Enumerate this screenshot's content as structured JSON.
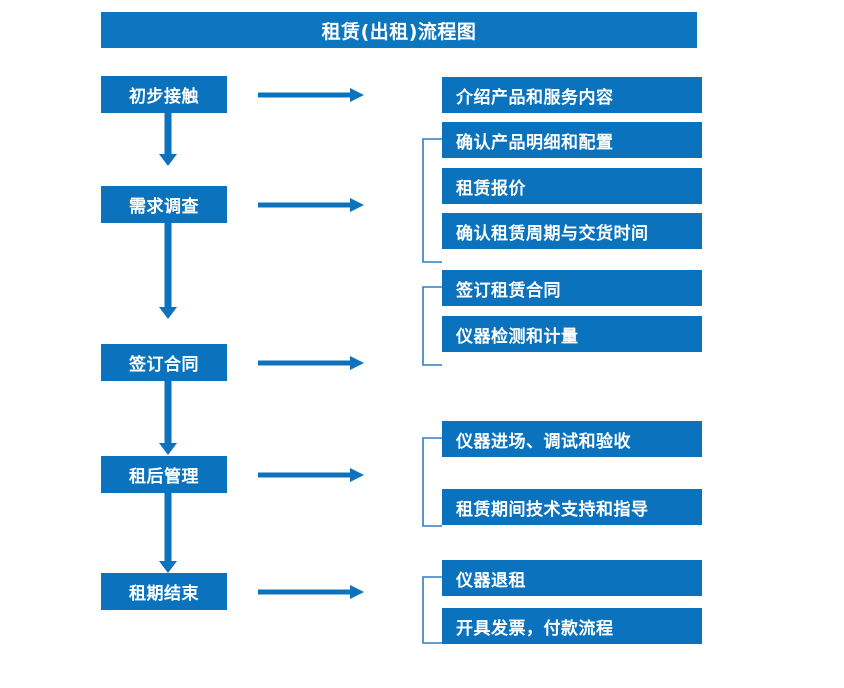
{
  "diagram": {
    "title": "租赁(出租)流程图",
    "colors": {
      "title_bar": "#0c76c0",
      "box": "#0b72bd",
      "arrow": "#0c72bc",
      "bracket": "#2f7fc4",
      "text": "#ffffff",
      "background": "#ffffff"
    },
    "stages": [
      {
        "label": "初步接触",
        "details": [
          "介绍产品和服务内容"
        ]
      },
      {
        "label": "需求调查",
        "details": [
          "确认产品明细和配置",
          "租赁报价",
          "确认租赁周期与交货时间"
        ]
      },
      {
        "label": "签订合同",
        "details": [
          "签订租赁合同",
          "仪器检测和计量"
        ]
      },
      {
        "label": "租后管理",
        "details": [
          "仪器进场、调试和验收",
          "租赁期间技术支持和指导"
        ]
      },
      {
        "label": "租期结束",
        "details": [
          "仪器退租",
          "开具发票，付款流程"
        ]
      }
    ],
    "icons": {
      "flow_arrow_right": "right-arrow-icon",
      "flow_arrow_down": "down-arrow-icon",
      "group_bracket": "bracket-icon"
    }
  }
}
